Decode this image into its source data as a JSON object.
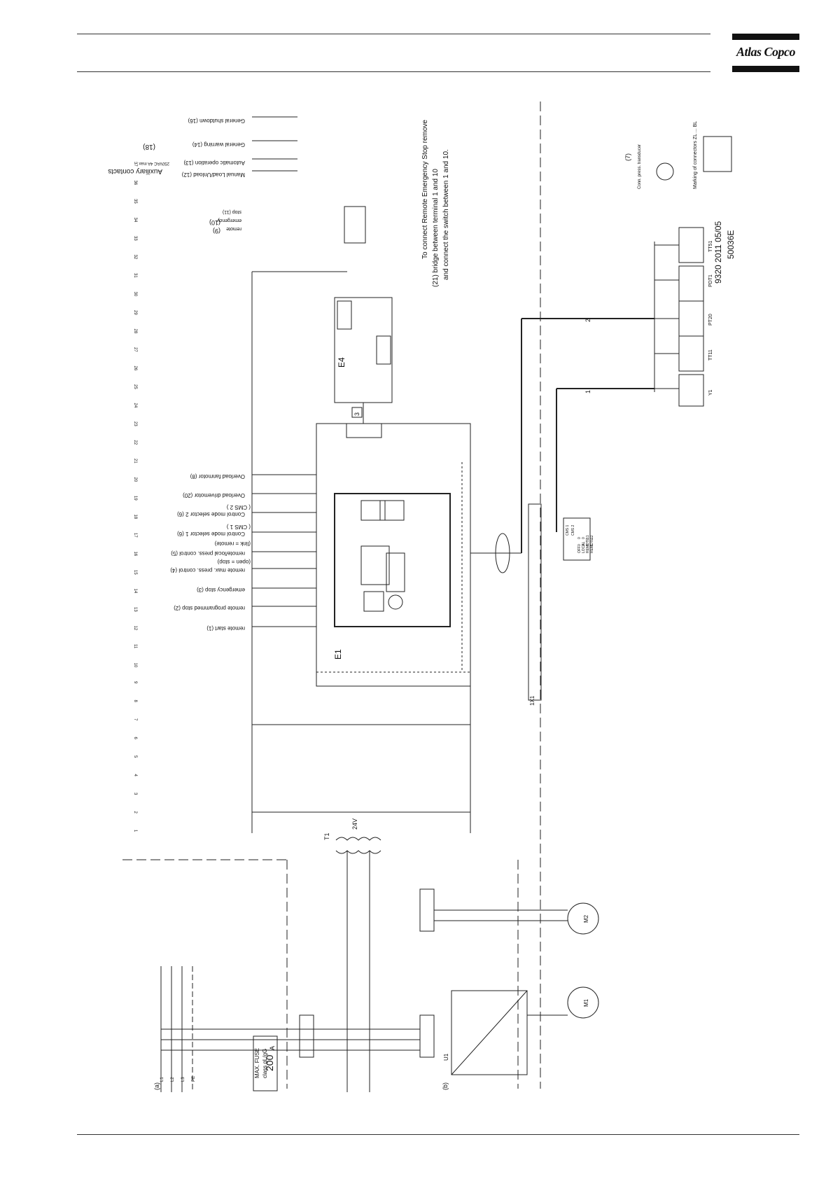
{
  "header": {
    "brand": "Atlas Copco"
  },
  "diagram": {
    "drawing_number": "9320 2011 05/05",
    "drawing_code": "50036E",
    "fuse_box": {
      "line1": "MAX. FUSE",
      "line2": "class gL/gG",
      "value": "200",
      "unit": "A"
    },
    "supply_labels": [
      "L1",
      "L2",
      "L3",
      "PE"
    ],
    "section_a": "(a)",
    "section_b": "(b)",
    "note_21": {
      "line1": "To connect Remote Emergency Stop remove",
      "line2": "(21) bridge between terminal 1 and 10",
      "line3": "and connect the switch between 1 and 10."
    },
    "auxiliary": {
      "number": "(18)",
      "title": "Auxiliary contacts",
      "subtitle": "250VAC   4A max"
    },
    "remote_functions": [
      "remote start (1)",
      "remote programmed stop (2)",
      "emergency stop (3)",
      "remote max. press. control (4)",
      "(open = stop)",
      "remote/local press. control (5)",
      "(link = remote)",
      "Control mode selector 1 (6)",
      "( CMS 1 )",
      "Control mode selector 2 (6)",
      "( CMS 2 )",
      "Overload drivemotor (20)",
      "Overload fanmotor (8)"
    ],
    "aux_functions": [
      "General shutdown (16)",
      "General warning (14)",
      "Automatic operation (13)",
      "Manual Load/Unload (12)"
    ],
    "remote_stop_labels": [
      "remote",
      "emergency",
      "stop (11)"
    ],
    "remote_stop_numbers": [
      "(9)",
      "(10)"
    ],
    "components": {
      "controller": "E1",
      "module": "E4",
      "transformer": "T1",
      "transformer_voltage": "24V",
      "drive_motor": "M1",
      "fan_motor": "M2",
      "converter": "U1",
      "terminal_strip": "1X1",
      "box_1": "1",
      "box_2": "2",
      "box_3": "3"
    },
    "sensors": [
      "Y1",
      "TT11",
      "PT20",
      "PDT1",
      "TT51"
    ],
    "sensor_box": "(7)",
    "sensor_box_text": "Conn. press. transducer",
    "connector_marking": "Marking of connectors ZL ... BL",
    "cms_table": {
      "headers": [
        "CMS 1",
        "CMS 2"
      ],
      "rows": [
        [
          "OFF",
          "0",
          "0"
        ],
        [
          "LOCAL",
          "1",
          "0"
        ],
        [
          "REMOTE 1",
          "0",
          "1"
        ],
        [
          "REMOTE 2",
          "1",
          "1"
        ]
      ]
    },
    "column_numbers": [
      "1",
      "2",
      "3",
      "4",
      "5",
      "6",
      "7",
      "8",
      "9",
      "10",
      "11",
      "12",
      "13",
      "14",
      "15",
      "16",
      "17",
      "18",
      "19",
      "20",
      "21",
      "22",
      "23",
      "24",
      "25",
      "26",
      "27",
      "28",
      "29",
      "30",
      "31",
      "32",
      "33",
      "34",
      "35",
      "36",
      "37"
    ]
  }
}
